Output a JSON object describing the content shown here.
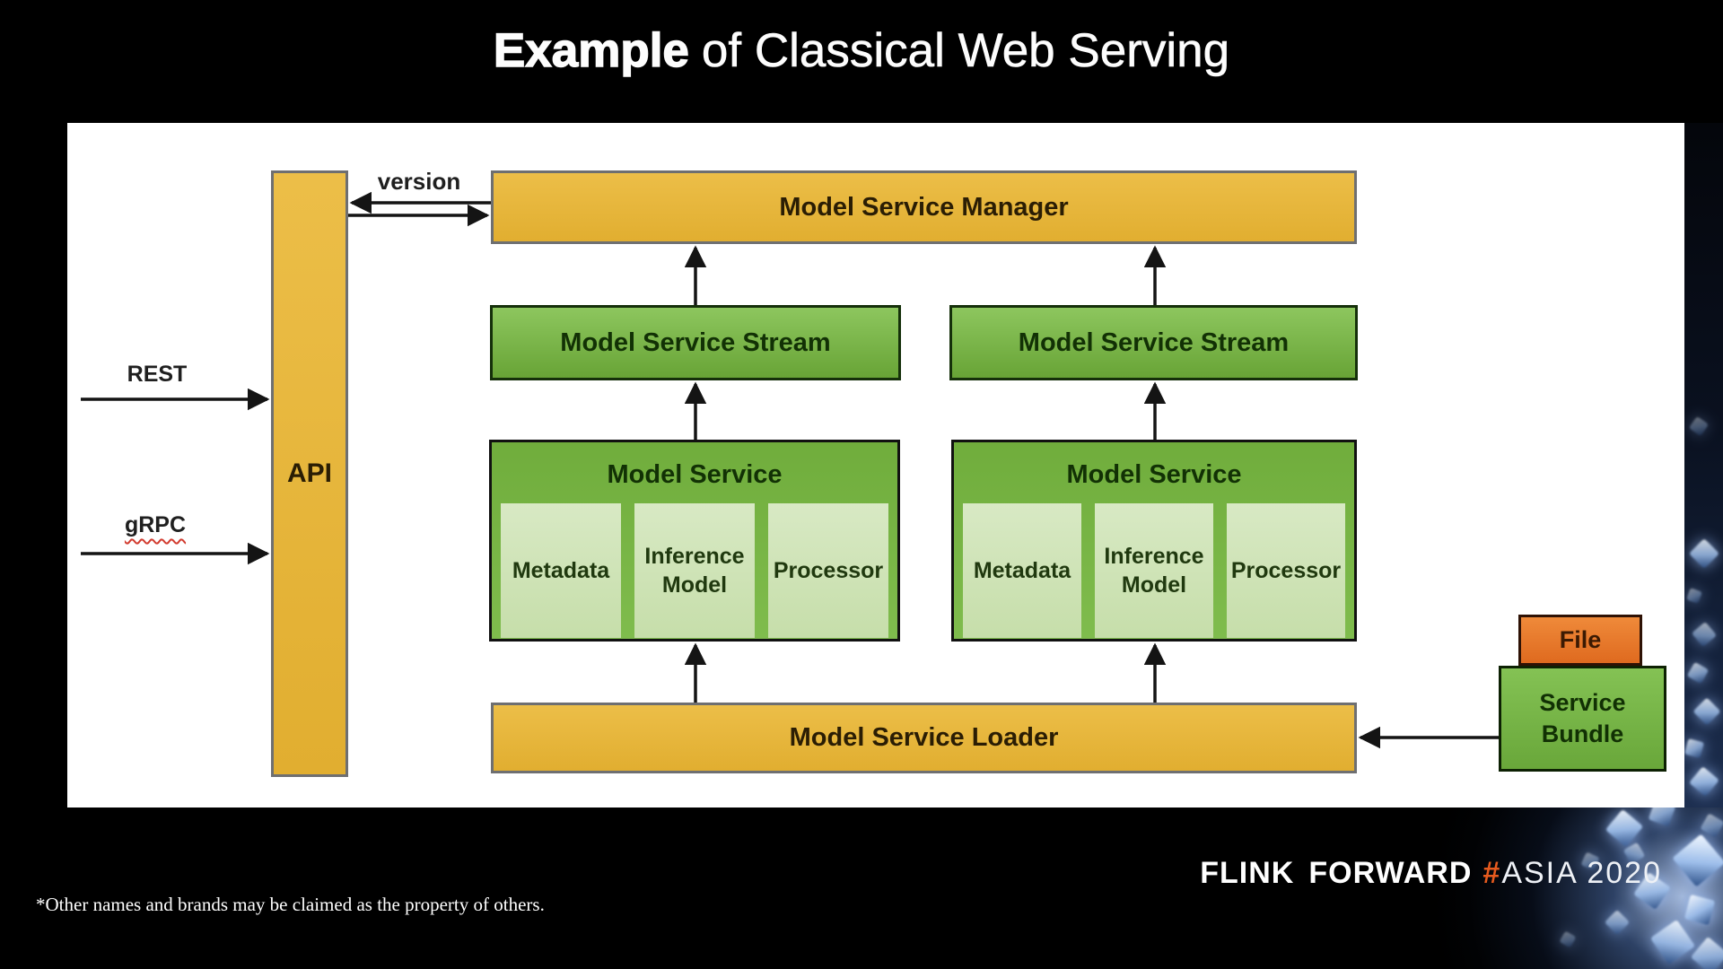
{
  "title": {
    "emphasis": "Example",
    "rest": "of Classical Web Serving"
  },
  "diagram": {
    "api_label": "API",
    "version_label": "version",
    "rest_label": "REST",
    "grpc_label": "gRPC",
    "manager_label": "Model Service Manager",
    "stream_label": "Model Service Stream",
    "model_service": {
      "title": "Model Service",
      "sub": [
        "Metadata",
        "Inference Model",
        "Processor"
      ]
    },
    "loader_label": "Model Service Loader",
    "file_label": "File",
    "bundle_label": "Service Bundle"
  },
  "footer": {
    "brand_left": "FLINK",
    "brand_right": "FORWARD",
    "hash": "#",
    "event": "ASIA 2020",
    "footnote": "*Other names and brands may be claimed as the property of others."
  },
  "colors": {
    "accent_orange": "#e65a1e",
    "box_yellow": "#e5b63c",
    "box_green": "#77b345",
    "box_light_green": "#cde3b4",
    "box_orange": "#e87a2e"
  }
}
